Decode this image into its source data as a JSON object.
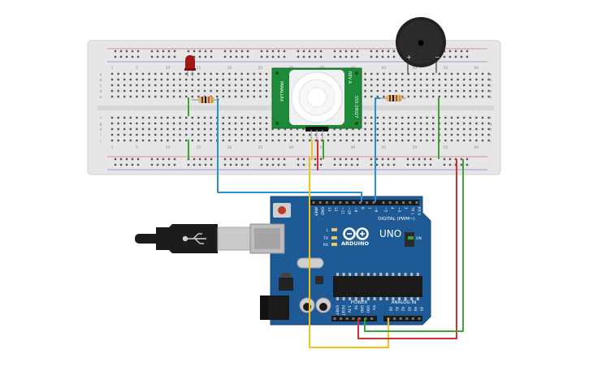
{
  "board": {
    "brand": "ARDUINO",
    "model": "UNO",
    "digital_header": "DIGITAL (PWM~)",
    "digital_pins": [
      "AREF",
      "GND",
      "13",
      "12",
      "~11",
      "~10",
      "~9",
      "8",
      "7",
      "~6",
      "~5",
      "4",
      "~3",
      "2",
      "TX 1",
      "RX 0"
    ],
    "power_header": "POWER",
    "power_pins": [
      "IOREF",
      "RESET",
      "3.3V",
      "5V",
      "GND",
      "GND",
      "Vin"
    ],
    "analog_header": "ANALOG IN",
    "analog_pins": [
      "A0",
      "A1",
      "A2",
      "A3",
      "A4",
      "A5"
    ],
    "led_labels": [
      "L",
      "TX",
      "RX"
    ],
    "on_label": "ON"
  },
  "breadboard": {
    "column_numbers": [
      "1",
      "5",
      "10",
      "15",
      "20",
      "25",
      "30",
      "35",
      "40",
      "45",
      "50",
      "55",
      "60"
    ],
    "row_letters_top": [
      "a",
      "b",
      "c",
      "d",
      "e"
    ],
    "row_letters_bottom": [
      "f",
      "g",
      "h",
      "i",
      "j"
    ]
  },
  "pir": {
    "left_label": "PARALLAX",
    "right_label": "555-28027",
    "top_label": "REV A"
  },
  "buzzer": {
    "plus": "+",
    "minus": "−"
  },
  "colors": {
    "breadboard": "#e6e6e6",
    "arduino": "#1e5a95",
    "wire_blue": "#2a8fd0",
    "wire_red": "#d32f2f",
    "wire_green": "#3aa43a",
    "wire_yellow": "#f2c21b",
    "pir_board": "#1d8a3a",
    "led": "#a01818"
  }
}
